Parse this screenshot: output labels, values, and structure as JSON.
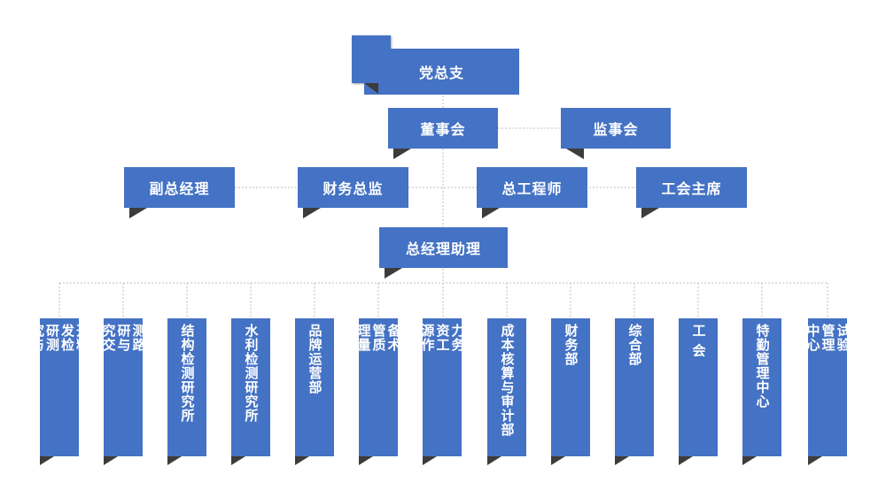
{
  "org_chart": {
    "top": {
      "label": "党总支"
    },
    "board": {
      "label": "董事会"
    },
    "supervisors": {
      "label": "监事会"
    },
    "row2": [
      {
        "label": "副总经理"
      },
      {
        "label": "财务总监"
      },
      {
        "label": "总工程师"
      },
      {
        "label": "工会主席"
      }
    ],
    "assistant": {
      "label": "总经理助理"
    },
    "departments": [
      {
        "label": "科研材\n开料\n发检\n研测\n究与\n所"
      },
      {
        "label": "检道\n测路\n研与\n究交\n所安"
      },
      {
        "label": "结构检测研究所"
      },
      {
        "label": "水利检测研究所"
      },
      {
        "label": "品牌运营部"
      },
      {
        "label": "设技\n备术\n管质\n理量\n部与"
      },
      {
        "label": "人党\n力务\n资工\n源作\n部与"
      },
      {
        "label": "成本核算与审计部"
      },
      {
        "label": "财务部"
      },
      {
        "label": "综合部"
      },
      {
        "label": "工 会"
      },
      {
        "label": "特勤管理中心"
      },
      {
        "label": "自检\n试验\n管理\n中心\n室"
      }
    ]
  },
  "colors": {
    "box": "#4472c4",
    "fold": "#3c3c3c",
    "line": "#bfbfbf"
  }
}
